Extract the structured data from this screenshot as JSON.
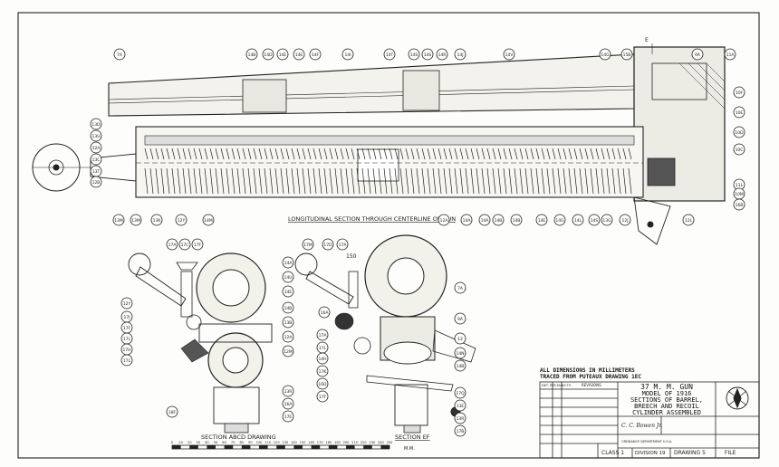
{
  "drawing": {
    "main_caption": "LONGITUDINAL SECTION THROUGH CENTERLINE OF GUN",
    "section_abcd": "SECTION ABCD DRAWING",
    "section_ef": "SECTION EF",
    "scale_label": "M.M.",
    "scale_ticks": [
      "0",
      "10",
      "20",
      "30",
      "40",
      "50",
      "60",
      "70",
      "80",
      "90",
      "100",
      "110",
      "120",
      "130",
      "140",
      "150",
      "160",
      "170",
      "180",
      "190",
      "200",
      "210",
      "220",
      "230",
      "240",
      "250"
    ],
    "section_mark": "E",
    "label_150": "150"
  },
  "notes": {
    "line1": "ALL DIMENSIONS IN MILLIMETERS",
    "line2": "TRACED FROM PUTEAUX DRAWING 1EC"
  },
  "title_block": {
    "line1": "37 M. M. GUN",
    "line2": "MODEL OF 1916",
    "line3": "SECTIONS OF BARREL,",
    "line4": "BREECH AND RECOIL",
    "line5": "CYLINDER ASSEMBLED",
    "pertains_to": "DET. PER-TAINS TO",
    "revisions": "REVISIONS",
    "class": "CLASS 1",
    "division": "DIVISION 19",
    "drawing": "DRAWING 5",
    "file": "FILE",
    "dept": "ORDNANCE DEPARTMENT U.S.A.",
    "signature": "C. C. Bowen Jr."
  },
  "balloons": {
    "barrel": [
      "7A",
      "14B",
      "14D",
      "14E",
      "14E",
      "14F",
      "14I",
      "14T",
      "14S",
      "14S",
      "14R",
      "14J",
      "14V",
      "14G",
      "15B",
      "9A",
      "11A"
    ],
    "right": [
      "10F",
      "10E",
      "10D",
      "10C",
      "11L",
      "10M",
      "16B"
    ],
    "left": [
      "13D",
      "13U",
      "12A",
      "13C",
      "13T",
      "12B"
    ],
    "bottom": [
      "13M",
      "13M",
      "13K",
      "12Y",
      "14M",
      "12A",
      "14A",
      "14A",
      "14B",
      "14B",
      "14E",
      "14G",
      "14L",
      "14S",
      "13G",
      "12J",
      "12L"
    ],
    "sec1": [
      "17A",
      "17C",
      "17F",
      "12Y",
      "17J",
      "17F",
      "17L",
      "17H",
      "17L",
      "14A",
      "14U",
      "14E",
      "14B",
      "13B",
      "12A",
      "12M",
      "13R",
      "16A",
      "17E",
      "18F"
    ],
    "sec2": [
      "17M",
      "17D",
      "17A",
      "7A",
      "16A",
      "17A",
      "17L",
      "14H",
      "17K",
      "16D",
      "17F",
      "9A",
      "12",
      "14N",
      "14B",
      "17Q",
      "13E",
      "13R",
      "17B"
    ]
  }
}
